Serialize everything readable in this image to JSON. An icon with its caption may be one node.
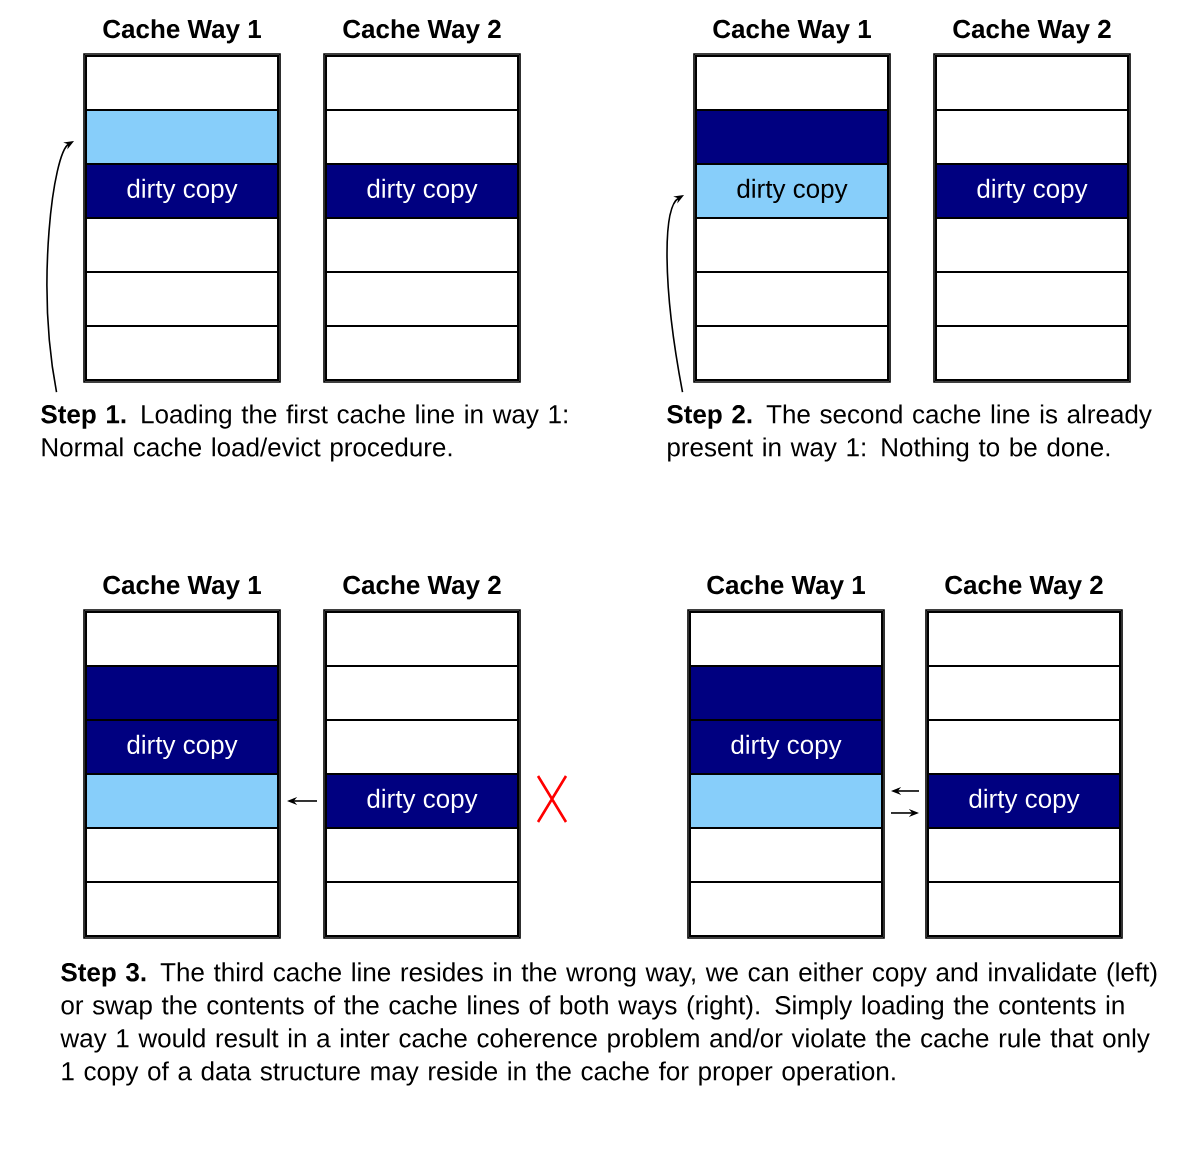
{
  "diagram": {
    "nodes": [
      {
        "text": [
          "Cache Way 1"
        ]
      },
      {
        "text": [],
        "shape": "box",
        "in": 0
      },
      {
        "text": [],
        "shape": "box",
        "in": 0
      },
      {
        "text": [
          "dirty copy"
        ],
        "in": 0
      },
      {
        "text": [],
        "shape": "box",
        "in": 0
      },
      {
        "text": [],
        "shape": "box",
        "in": 0
      },
      {
        "text": [],
        "shape": "box",
        "in": 0
      },
      {
        "text": [
          "Cache Way 2"
        ]
      },
      {
        "text": [],
        "shape": "box",
        "in": 7
      },
      {
        "text": [],
        "shape": "box",
        "in": 7
      },
      {
        "text": [
          "dirty copy"
        ],
        "in": 7
      },
      {
        "text": [],
        "shape": "box",
        "in": 7
      },
      {
        "text": [],
        "shape": "box",
        "in": 7
      },
      {
        "text": [],
        "shape": "box",
        "in": 7
      },
      {
        "text": [
          "**Step 1.** Loading the first cache line in way 1: Normal cache load/evict procedure."
        ]
      },
      {
        "text": [
          "Cache Way 1"
        ]
      },
      {
        "text": [],
        "shape": "box",
        "in": 15
      },
      {
        "text": [],
        "shape": "box",
        "in": 15
      },
      {
        "text": [
          "dirty copy"
        ],
        "in": 15
      },
      {
        "text": [],
        "shape": "box",
        "in": 15
      },
      {
        "text": [],
        "shape": "box",
        "in": 15
      },
      {
        "text": [],
        "shape": "box",
        "in": 15
      },
      {
        "text": [
          "Cache Way 2"
        ]
      },
      {
        "text": [],
        "shape": "box",
        "in": 22
      },
      {
        "text": [],
        "shape": "box",
        "in": 22
      },
      {
        "text": [
          "dirty copy"
        ],
        "in": 22
      },
      {
        "text": [],
        "shape": "box",
        "in": 22
      },
      {
        "text": [],
        "shape": "box",
        "in": 22
      },
      {
        "text": [],
        "shape": "box",
        "in": 22
      },
      {
        "text": [
          "**Step 2.** The second cache line is already present in way 1: Nothing to be done."
        ]
      },
      {
        "text": [
          "Cache Way 1"
        ]
      },
      {
        "text": [],
        "shape": "box",
        "in": 30
      },
      {
        "text": [],
        "shape": "box",
        "in": 30
      },
      {
        "text": [
          "dirty copy"
        ],
        "in": 30
      },
      {
        "text": [],
        "shape": "box",
        "in": 30
      },
      {
        "text": [],
        "shape": "box",
        "in": 30
      },
      {
        "text": [],
        "shape": "box",
        "in": 30
      },
      {
        "text": [
          "Cache Way 2"
        ]
      },
      {
        "text": [],
        "shape": "box",
        "in": 37
      },
      {
        "text": [],
        "shape": "box",
        "in": 37
      },
      {
        "text": [],
        "shape": "box",
        "in": 37
      },
      {
        "text": [
          "dirty copy"
        ],
        "in": 37
      },
      {
        "text": [],
        "shape": "box",
        "in": 37
      },
      {
        "text": [],
        "shape": "box",
        "in": 37
      },
      {
        "text": [
          "Cache Way 1"
        ]
      },
      {
        "text": [],
        "shape": "box",
        "in": 44
      },
      {
        "text": [],
        "shape": "box",
        "in": 44
      },
      {
        "text": [
          "dirty copy"
        ],
        "in": 44
      },
      {
        "text": [],
        "shape": "box",
        "in": 44
      },
      {
        "text": [],
        "shape": "box",
        "in": 44
      },
      {
        "text": [],
        "shape": "box",
        "in": 44
      },
      {
        "text": [
          "Cache Way 2"
        ]
      },
      {
        "text": [],
        "shape": "box",
        "in": 51
      },
      {
        "text": [],
        "shape": "box",
        "in": 51
      },
      {
        "text": [],
        "shape": "box",
        "in": 51
      },
      {
        "text": [
          "dirty copy"
        ],
        "in": 51
      },
      {
        "text": [],
        "shape": "box",
        "in": 51
      },
      {
        "text": [],
        "shape": "box",
        "in": 51
      }
    ],
    "edges": [
      {
        "from": 14,
        "to": 2,
        "arrow": "to"
      },
      {
        "from": 29,
        "to": 18,
        "arrow": "to"
      },
      {
        "from": 41,
        "to": 34,
        "arrow": "to"
      },
      {
        "from": 55,
        "to": 48,
        "arrow": "to"
      },
      {
        "from": 48,
        "to": 55,
        "arrow": "to"
      }
    ],
    "labels": [
      "**Step 3.** The third cache line resides in the wrong way, we can either copy and invalidate (left) or swap the contents of the cache lines of both ways (right). Simply loading the contents in way 1 would result in a inter cache coherence problem and/or violate the cache rule that only 1 copy of a data structure may reside in the cache for proper operation."
    ]
  }
}
